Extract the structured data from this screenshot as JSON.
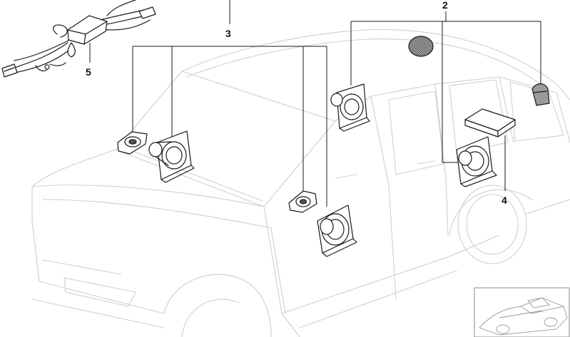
{
  "callouts": {
    "speaker_rear_doors": "2",
    "speaker_front": "3",
    "amplifier": "4",
    "wiring_harness": "5"
  },
  "colors": {
    "ghost_line": "#cfcfcf",
    "part_line": "#1a1a1a",
    "grille_fill": "#8e8e8e",
    "background": "#ffffff"
  }
}
